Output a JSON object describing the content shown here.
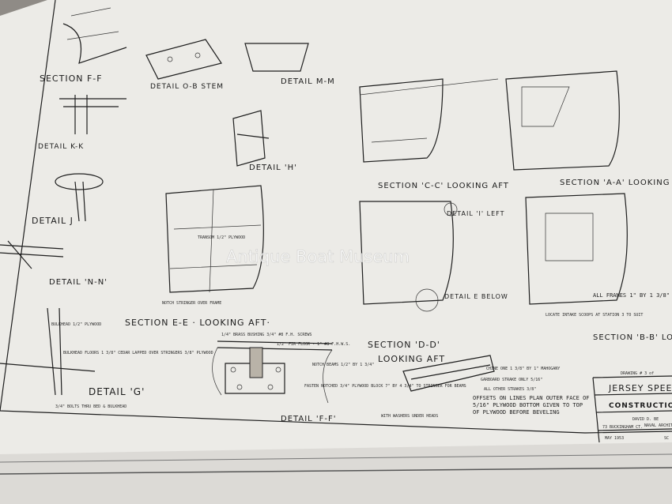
{
  "watermark": "Antique Boat Museum",
  "details": {
    "section_ff": "SECTION F-F",
    "detail_ob": "DETAIL O-B STEM",
    "detail_mm": "DETAIL M-M",
    "detail_kk": "DETAIL K-K",
    "detail_h": "DETAIL 'H'",
    "detail_j": "DETAIL J",
    "detail_nn": "DETAIL 'N-N'",
    "section_cc": "SECTION 'C-C' LOOKING AFT",
    "detail_i": "DETAIL 'I' LEFT",
    "section_aa": "SECTION 'A-A' LOOKING AFT",
    "section_ee": "SECTION E-E · LOOKING AFT·",
    "section_dd": "SECTION 'D-D'",
    "looking_aft": "LOOKING AFT",
    "detail_e": "DETAIL E BELOW",
    "detail_g": "DETAIL 'G'",
    "detail_ff": "DETAIL 'F-F'",
    "section_bb": "SECTION 'B-B' LOOKING AFT"
  },
  "notes": [
    "1/4\" BRASS BUSHING 3/4\" #8 F.H. SCREWS",
    "1/2\" FIR FLOOR - 1\" #8 F.H.W.S.",
    "NOTCH BEAMS 1/2\" BY 1 3/4\"",
    "FASTEN NOTCHED 3/4\" PLYWOOD BLOCK 7\" BY 4 3/4\" TO STRINGER FOR BEAMS",
    "BULKHEAD 1/2\" PLYWOOD",
    "BULKHEAD FLOORS 1 3/8\" CEDAR LAPPED OVER STRINGERS 3/8\" PLYWOOD",
    "3/4\" BOLTS THRU BED & BULKHEAD",
    "TRANSOM 1/2\" PLYWOOD",
    "NOTCH STRINGER OVER FRAME",
    "CHINE ONE 1 3/8\" BY 1\" MAHOGANY",
    "GARBOARD STRAKE ONLY 5/16\"",
    "ALL OTHER STRAKES 3/8\"",
    "OFFSETS ON LINES PLAN OUTER FACE OF 5/16\" PLYWOOD BOTTOM GIVEN TO TOP OF PLYWOOD BEFORE BEVELING",
    "WITH WASHERS UNDER HEADS",
    "LOCATE INTAKE SCOOPS AT STATION 3 TO SUIT",
    "ALL FRAMES 1\" BY 1 3/8\""
  ],
  "title_block": {
    "drawing_no": "DRAWING # 3 of",
    "name": "JERSEY SPEED",
    "subtitle": "CONSTRUCTION D",
    "designer": "DAVID D. BE",
    "role": "NAVAL ARCHITECT",
    "address": "73 BUCKINGHAM CT.",
    "date": "MAY 1953",
    "scale": "SC"
  }
}
